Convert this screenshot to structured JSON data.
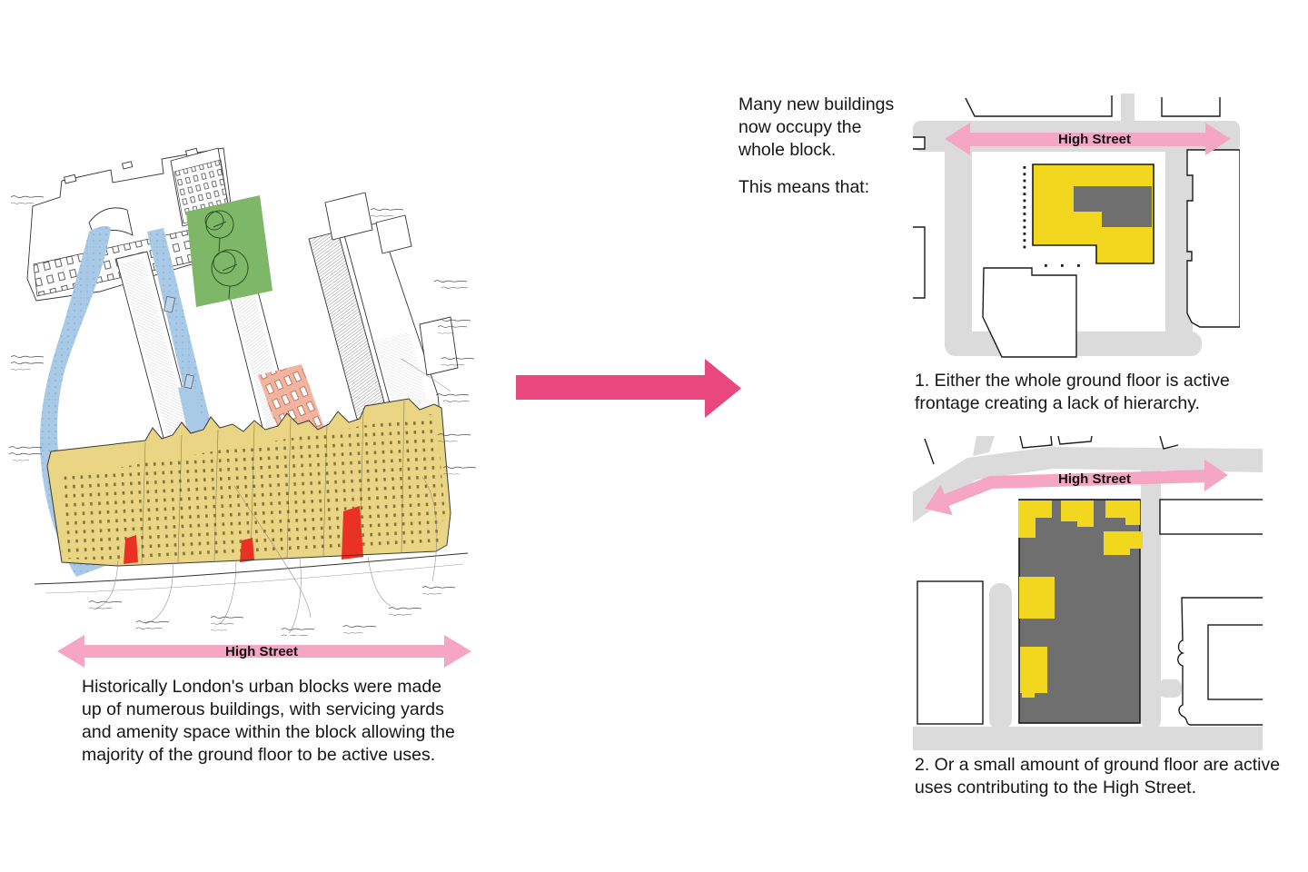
{
  "page": {
    "title": "High Street active frontage diagram",
    "background": "#ffffff"
  },
  "colors": {
    "accent_pink": "#e8487d",
    "light_pink": "#f5a6c3",
    "street_gray": "#dbdbdb",
    "building_dark_gray": "#6f6f6f",
    "active_use_yellow": "#f2d71f",
    "sketch_yellow": "#e9d584",
    "sketch_blue": "#a9cae6",
    "sketch_green": "#7fb768",
    "sketch_salmon": "#f3b49f",
    "sketch_red": "#e93223",
    "text": "#161616"
  },
  "left_panel": {
    "street_label": "High Street",
    "caption": "Historically London's urban blocks were made\nup of numerous buildings, with servicing yards\nand amenity space within the block allowing the\nmajority of the ground floor to be active uses."
  },
  "center": {
    "arrow_icon": "right-arrow"
  },
  "right_panel": {
    "intro_para1": "Many new buildings\nnow occupy the\nwhole block.",
    "intro_para2": "This means that:",
    "diagram1": {
      "street_label": "High Street",
      "caption": "1. Either the whole ground floor is active\nfrontage creating a lack of hierarchy."
    },
    "diagram2": {
      "street_label": "High Street",
      "caption": "2. Or a small amount of ground floor are active\nuses contributing to the High Street."
    }
  }
}
